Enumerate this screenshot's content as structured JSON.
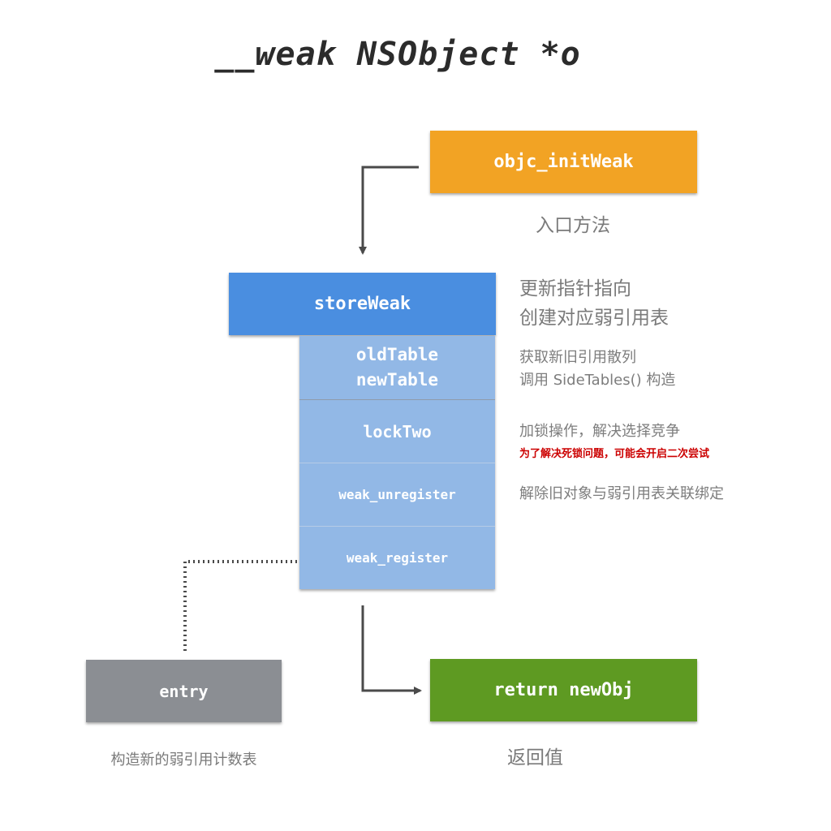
{
  "title": "__weak NSObject *o",
  "nodes": {
    "init": {
      "label": "objc_initWeak",
      "caption": "入口方法",
      "color": "#f2a324"
    },
    "store": {
      "label": "storeWeak",
      "color": "#4a8ee0",
      "notes": [
        "更新指针指向",
        "创建对应弱引用表"
      ]
    },
    "steps": {
      "color": "#92b8e6",
      "tables": {
        "line1": "oldTable",
        "line2": "newTable",
        "notes": [
          "获取新旧引用散列",
          "调用 SideTables() 构造"
        ]
      },
      "lock": {
        "label": "lockTwo",
        "note": "加锁操作，解决选择竞争",
        "warning": "为了解决死锁问题，可能会开启二次尝试",
        "warning_color": "#cc0000"
      },
      "unregister": {
        "label": "weak_unregister",
        "note": "解除旧对象与弱引用表关联绑定"
      },
      "register": {
        "label": "weak_register"
      }
    },
    "entry": {
      "label": "entry",
      "caption": "构造新的弱引用计数表",
      "color": "#8b8e93"
    },
    "return": {
      "label": "return newObj",
      "caption": "返回值",
      "color": "#5e9a22"
    }
  }
}
